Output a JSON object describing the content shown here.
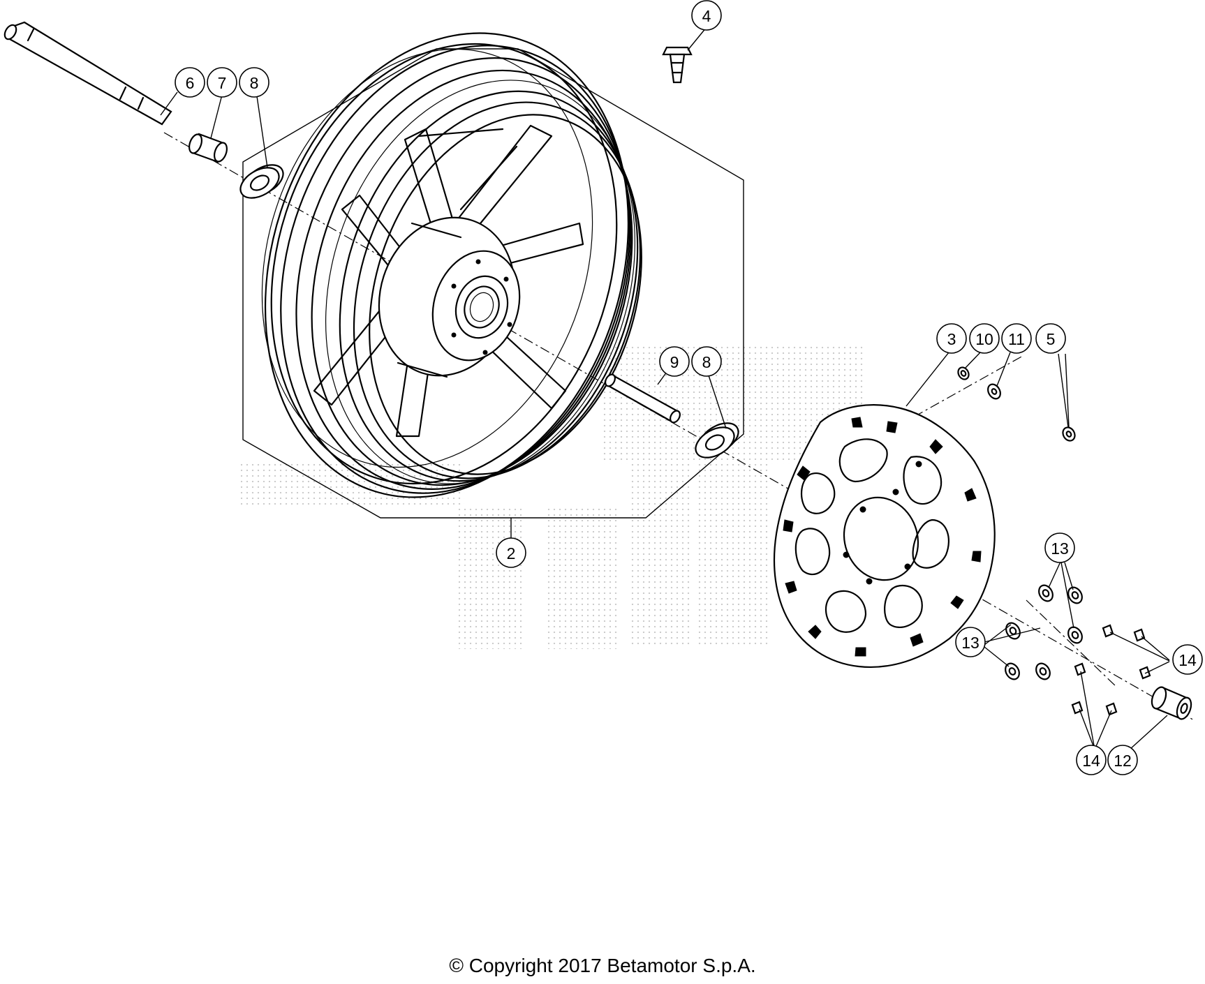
{
  "callouts": [
    {
      "label": "2"
    },
    {
      "label": "3"
    },
    {
      "label": "4"
    },
    {
      "label": "5"
    },
    {
      "label": "6"
    },
    {
      "label": "7"
    },
    {
      "label": "8"
    },
    {
      "label": "8"
    },
    {
      "label": "9"
    },
    {
      "label": "10"
    },
    {
      "label": "11"
    },
    {
      "label": "12"
    },
    {
      "label": "13"
    },
    {
      "label": "13"
    },
    {
      "label": "14"
    },
    {
      "label": "14"
    }
  ],
  "copyright": "© Copyright 2017 Betamotor S.p.A.",
  "colors": {
    "line": "#000000",
    "background": "#ffffff",
    "watermark": "#c8c8c8"
  }
}
